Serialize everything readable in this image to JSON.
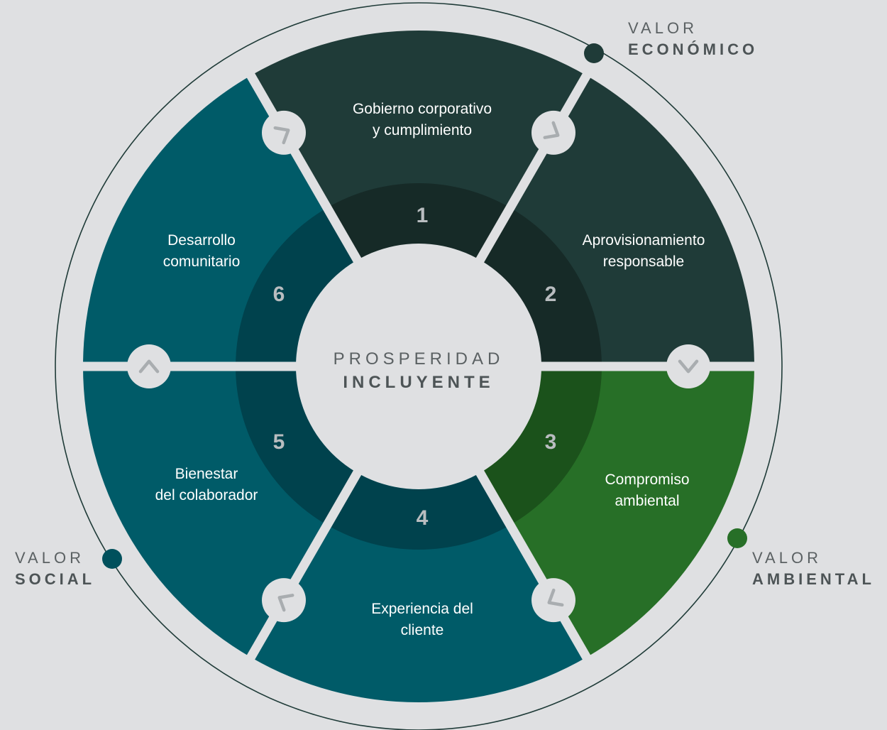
{
  "center": {
    "line1": "PROSPERIDAD",
    "line2": "INCLUYENTE"
  },
  "segments": [
    {
      "number": "1",
      "line1": "Gobierno corporativo",
      "line2": "y cumplimiento",
      "color": "#1f3b38",
      "inner_color": "#162a27"
    },
    {
      "number": "2",
      "line1": "Aprovisionamiento",
      "line2": "responsable",
      "color": "#1f3b38",
      "inner_color": "#162a27"
    },
    {
      "number": "3",
      "line1": "Compromiso",
      "line2": "ambiental",
      "color": "#276f27",
      "inner_color": "#1b521b"
    },
    {
      "number": "4",
      "line1": "Experiencia del",
      "line2": "cliente",
      "color": "#005b68",
      "inner_color": "#00424d"
    },
    {
      "number": "5",
      "line1": "Bienestar",
      "line2": "del colaborador",
      "color": "#005b68",
      "inner_color": "#00424d"
    },
    {
      "number": "6",
      "line1": "Desarrollo",
      "line2": "comunitario",
      "color": "#005b68",
      "inner_color": "#00424d"
    }
  ],
  "values": {
    "economic": {
      "light": "VALOR",
      "bold": "ECONÓMICO",
      "color": "#1f3b38"
    },
    "environmental": {
      "light": "VALOR",
      "bold": "AMBIENTAL",
      "color": "#276f27"
    },
    "social": {
      "light": "VALOR",
      "bold": "SOCIAL",
      "color": "#00505c"
    }
  },
  "connector_icons": [
    "chevron-top-left-icon",
    "chevron-top-right-icon",
    "chevron-down-icon",
    "chevron-bottom-right-icon",
    "chevron-bottom-left-icon",
    "chevron-up-icon"
  ]
}
